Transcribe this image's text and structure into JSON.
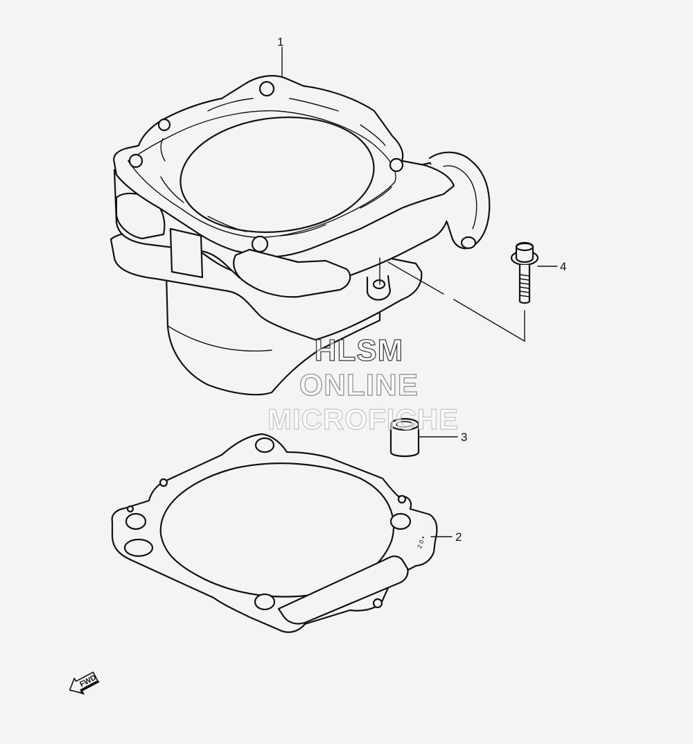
{
  "callouts": {
    "part_1": "1",
    "part_2": "2",
    "part_3": "3",
    "part_4": "4"
  },
  "watermark": {
    "line1": "HLSM",
    "line2": "ONLINE",
    "line3": "MICROFICHE"
  },
  "direction_arrow": {
    "label": "FWD"
  },
  "colors": {
    "background": "#f4f4f4",
    "ink": "#111111"
  }
}
